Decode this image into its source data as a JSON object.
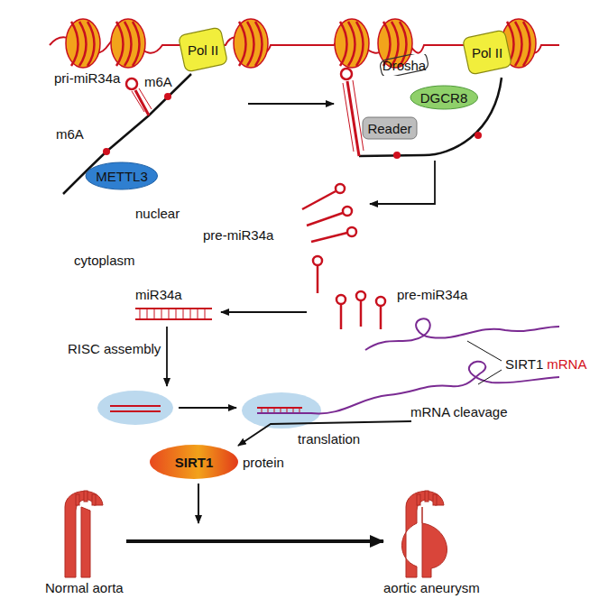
{
  "diagram": {
    "nodes": [
      {
        "text": [
          "cytoplasm"
        ]
      },
      {
        "text": [
          "nuclear"
        ],
        "in": 0
      },
      {
        "text": [
          "METTL3"
        ],
        "in": 1
      },
      {
        "text": [
          "Pol II"
        ],
        "in": 1
      },
      {
        "text": [
          "Drosha"
        ],
        "in": 1
      },
      {
        "text": [
          "DGCR8"
        ],
        "in": 1
      },
      {
        "text": [
          "Reader"
        ],
        "in": 1
      },
      {
        "text": [
          "Pol II"
        ],
        "in": 1
      },
      {
        "text": [
          "SIRT1",
          "protein"
        ],
        "in": 0
      }
    ],
    "labels": [
      "pri-miR34a",
      "m6A",
      "m6A",
      "pre-miR34a",
      "pre-miR34a",
      "miR34a",
      "RISC assembly",
      "SIRT1",
      "mRNA",
      "mRNA cleavage",
      "translation",
      "Normal aorta",
      "aortic aneurysm"
    ]
  }
}
